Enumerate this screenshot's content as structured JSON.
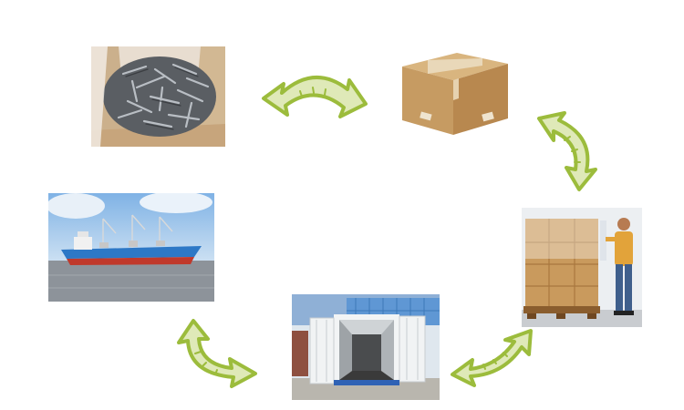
{
  "diagram": {
    "type": "cycle",
    "steps": [
      {
        "id": "bulk-screws",
        "icon": "bulk-screws-photo"
      },
      {
        "id": "carton-box",
        "icon": "carton-box-photo"
      },
      {
        "id": "palletizing",
        "icon": "palletizing-worker-photo"
      },
      {
        "id": "container",
        "icon": "shipping-container-photo"
      },
      {
        "id": "cargo-ship",
        "icon": "cargo-ship-photo"
      }
    ],
    "arrow_icon": "curved-double-arrow-icon",
    "colors": {
      "arrow_fill": "#dfe9b8",
      "arrow_stroke": "#9cbc3c",
      "background": "#ffffff"
    }
  }
}
